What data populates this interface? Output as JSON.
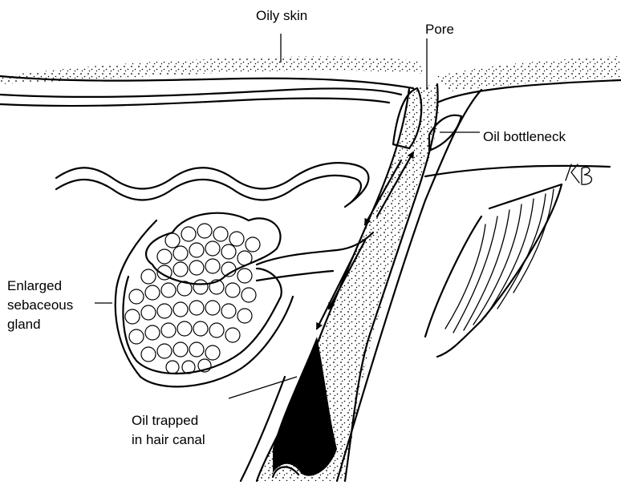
{
  "labels": {
    "oily_skin": "Oily skin",
    "pore": "Pore",
    "oil_bottleneck": "Oil bottleneck",
    "gland_line1": "Enlarged",
    "gland_line2": "sebaceous",
    "gland_line3": "gland",
    "trapped_line1": "Oil trapped",
    "trapped_line2": "in hair canal",
    "signature": "KB"
  },
  "colors": {
    "ink": "#000000",
    "background": "#ffffff"
  }
}
